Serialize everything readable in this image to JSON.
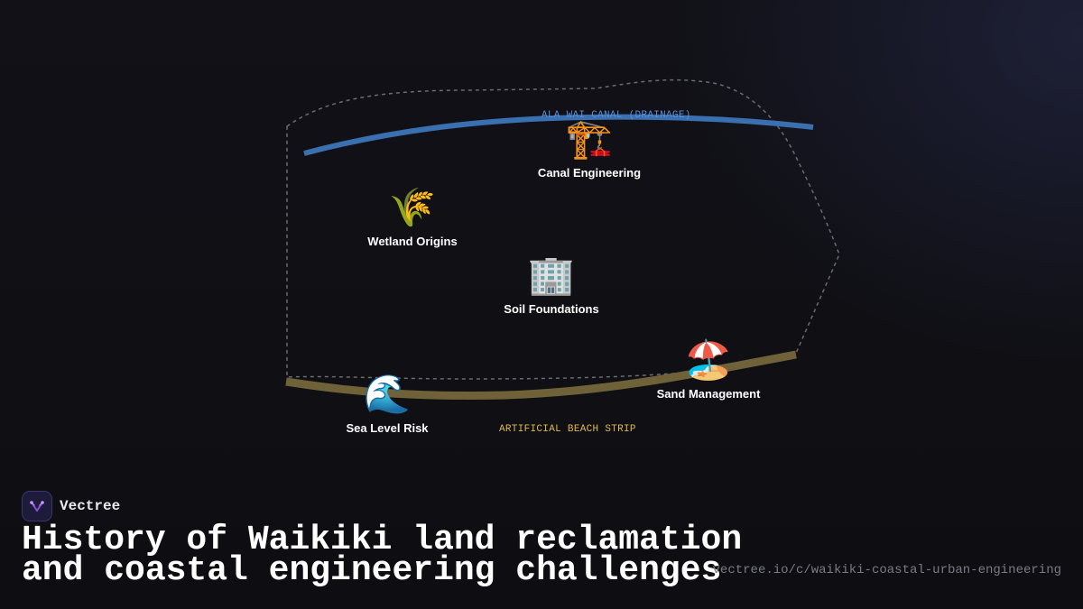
{
  "brand": {
    "name": "Vectree",
    "logo_icon": "vectree-logo-icon",
    "logo_color": "#8b4fd8"
  },
  "title": {
    "line1": "History of Waikiki land reclamation",
    "line2": "and coastal engineering challenges"
  },
  "url": "vectree.io/c/waikiki-coastal-urban-engineering",
  "map": {
    "canal_label": "ALA WAI CANAL (DRAINAGE)",
    "beach_label": "ARTIFICIAL BEACH STRIP",
    "colors": {
      "canal": "#3a6fb0",
      "canal_label": "#5b8fd4",
      "beach": "#6f6239",
      "beach_label": "#e0b94a",
      "outline": "#6a6a72"
    },
    "nodes": [
      {
        "id": "canal-engineering",
        "emoji": "🏗️",
        "icon": "construction-crane-icon",
        "label": "Canal Engineering"
      },
      {
        "id": "wetland-origins",
        "emoji": "🌾",
        "icon": "rice-sheaf-icon",
        "label": "Wetland Origins"
      },
      {
        "id": "soil-foundations",
        "emoji": "🏢",
        "icon": "office-building-icon",
        "label": "Soil Foundations"
      },
      {
        "id": "sand-management",
        "emoji": "🏖️",
        "icon": "beach-umbrella-icon",
        "label": "Sand Management"
      },
      {
        "id": "sea-level-risk",
        "emoji": "🌊",
        "icon": "water-wave-icon",
        "label": "Sea Level Risk"
      }
    ]
  }
}
